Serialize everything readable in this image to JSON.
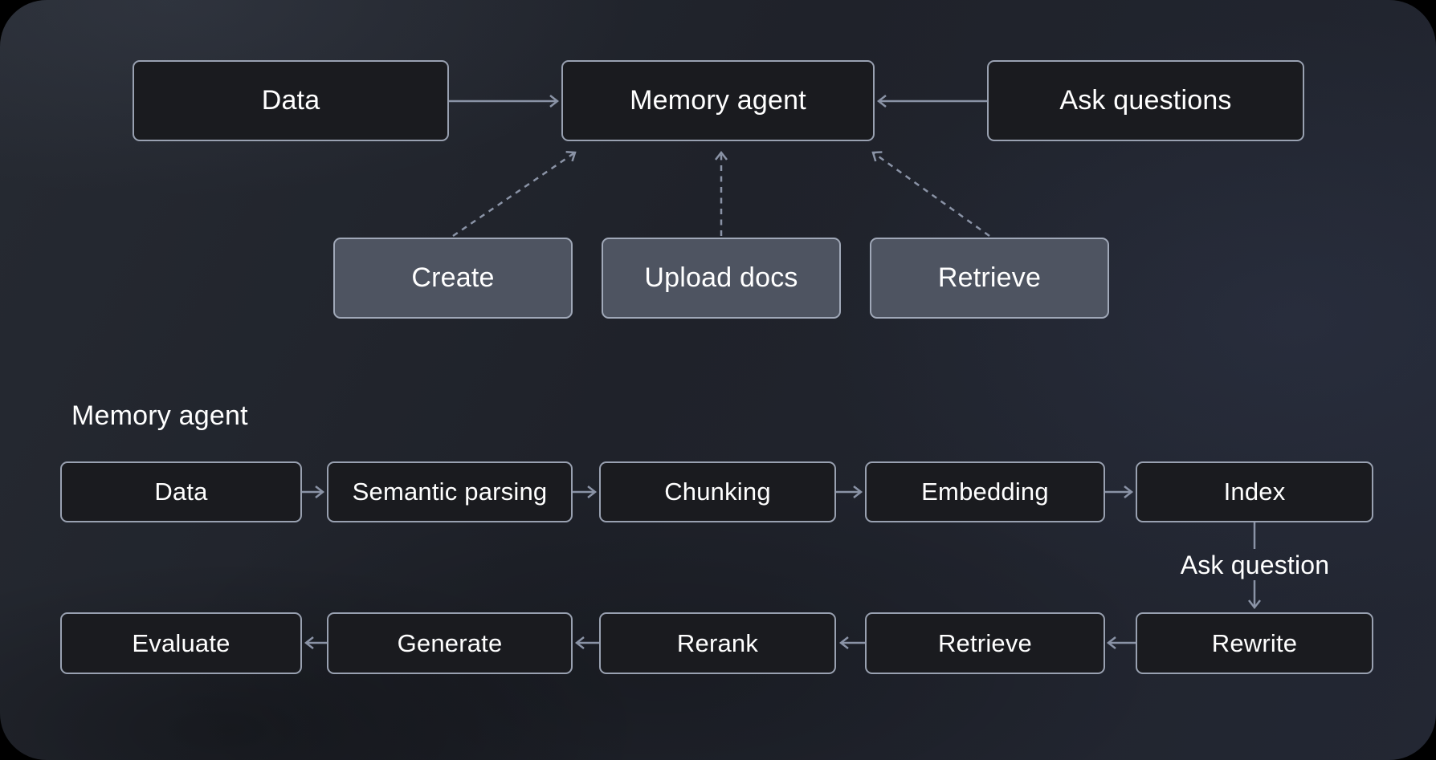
{
  "colors": {
    "background_base": "#20232b",
    "node_dark_fill": "#1a1b1f",
    "node_dark_border": "#99a1b1",
    "node_light_fill": "#4e5461",
    "node_light_border": "#a0a8b8",
    "edge": "#8a93a6",
    "text": "#ffffff"
  },
  "top_flow": {
    "data_label": "Data",
    "memory_agent_label": "Memory agent",
    "ask_questions_label": "Ask questions",
    "create_label": "Create",
    "upload_docs_label": "Upload docs",
    "retrieve_label": "Retrieve",
    "edges": [
      {
        "from": "Data",
        "to": "Memory agent",
        "style": "solid"
      },
      {
        "from": "Ask questions",
        "to": "Memory agent",
        "style": "solid"
      },
      {
        "from": "Create",
        "to": "Memory agent",
        "style": "dashed"
      },
      {
        "from": "Upload docs",
        "to": "Memory agent",
        "style": "dashed"
      },
      {
        "from": "Retrieve",
        "to": "Memory agent",
        "style": "dashed"
      }
    ]
  },
  "pipeline": {
    "section_label": "Memory agent",
    "row1": [
      "Data",
      "Semantic parsing",
      "Chunking",
      "Embedding",
      "Index"
    ],
    "row2": [
      "Evaluate",
      "Generate",
      "Rerank",
      "Retrieve",
      "Rewrite"
    ],
    "ask_question_label": "Ask question",
    "edges": [
      {
        "from": "Data",
        "to": "Semantic parsing",
        "style": "solid"
      },
      {
        "from": "Semantic parsing",
        "to": "Chunking",
        "style": "solid"
      },
      {
        "from": "Chunking",
        "to": "Embedding",
        "style": "solid"
      },
      {
        "from": "Embedding",
        "to": "Index",
        "style": "solid"
      },
      {
        "from": "Index",
        "to": "Rewrite",
        "style": "solid",
        "label": "Ask question"
      },
      {
        "from": "Rewrite",
        "to": "Retrieve",
        "style": "solid"
      },
      {
        "from": "Retrieve",
        "to": "Rerank",
        "style": "solid"
      },
      {
        "from": "Rerank",
        "to": "Generate",
        "style": "solid"
      },
      {
        "from": "Generate",
        "to": "Evaluate",
        "style": "solid"
      }
    ]
  }
}
